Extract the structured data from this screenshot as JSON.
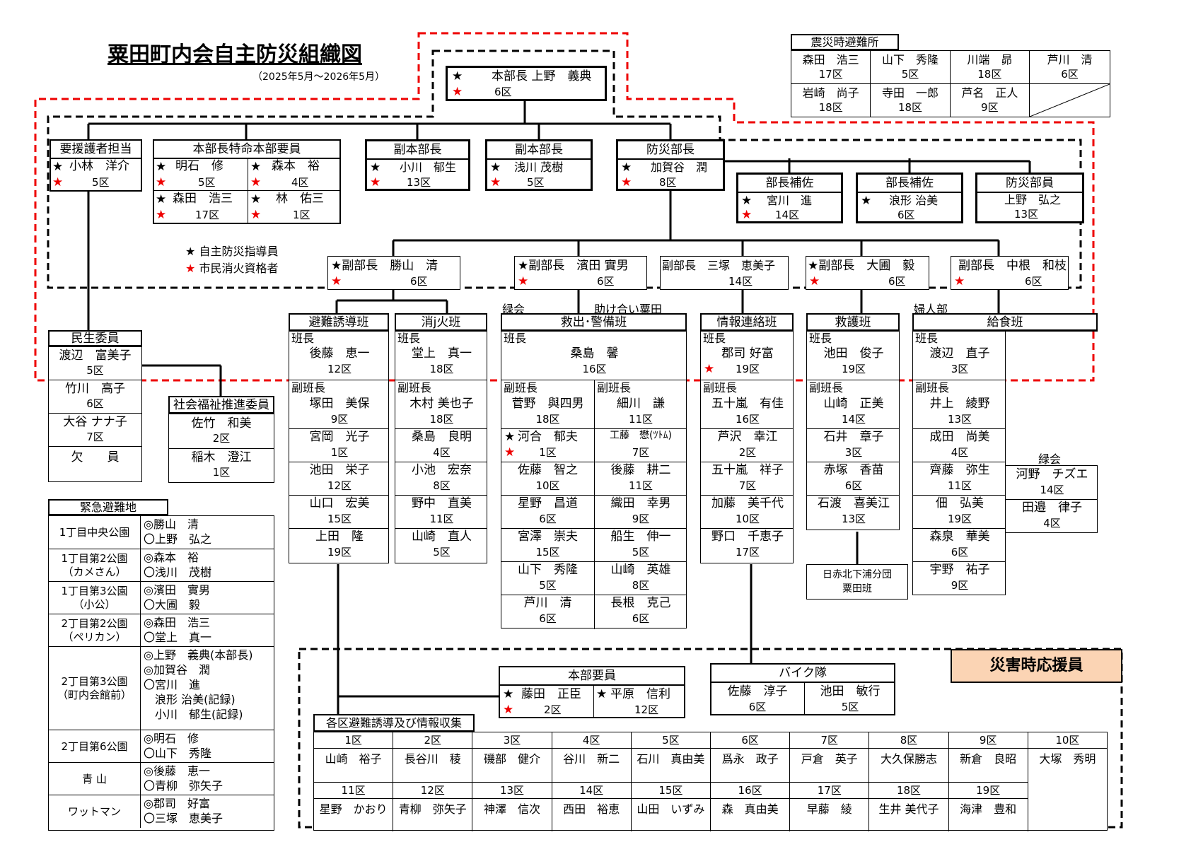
{
  "title": "粟田町内会自主防災組織図",
  "period": "（2025年5月～2026年5月）",
  "legend": {
    "star_black": "自主防災指導員",
    "star_red": "市民消火資格者",
    "star_symbol": "★"
  },
  "evac": {
    "header": "震災時避難所",
    "r1": [
      {
        "n": "森田　浩三",
        "d": "17区"
      },
      {
        "n": "山下　秀隆",
        "d": "5区"
      },
      {
        "n": "川端　昴",
        "d": "18区"
      },
      {
        "n": "芦川　清",
        "d": "6区"
      }
    ],
    "r2": [
      {
        "n": "岩崎　尚子",
        "d": "18区"
      },
      {
        "n": "寺田　一郎",
        "d": "18区"
      },
      {
        "n": "芦名　正人",
        "d": "9区"
      }
    ]
  },
  "hq": {
    "label": "本部長",
    "name": "上野　義典",
    "district": "6区"
  },
  "top": [
    {
      "header": "要援護者担当",
      "name": "小林　洋介",
      "district": "5区"
    },
    {
      "header": "副本部長",
      "name": "小川　郁生",
      "district": "13区"
    },
    {
      "header": "副本部長",
      "name": "浅川 茂樹",
      "district": "5区"
    },
    {
      "header": "防災部長",
      "name": "加賀谷　潤",
      "district": "8区"
    }
  ],
  "special": {
    "header": "本部長特命本部要員",
    "m": [
      {
        "n": "明石　修",
        "d": "5区"
      },
      {
        "n": "森本　裕",
        "d": "4区"
      },
      {
        "n": "森田　浩三",
        "d": "17区"
      },
      {
        "n": "林　佑三",
        "d": "1区"
      }
    ]
  },
  "assist": [
    {
      "header": "部長補佐",
      "name": "宮川　進",
      "district": "14区",
      "star": true
    },
    {
      "header": "部長補佐",
      "name": "浪形 治美",
      "district": "6区",
      "star": true
    },
    {
      "header": "防災部員",
      "name": "上野　弘之",
      "district": "13区",
      "star": false
    }
  ],
  "vice": [
    {
      "t": "★副部長　勝山　清",
      "d": "6区"
    },
    {
      "t": "★副部長　濱田 實男",
      "d": "6区"
    },
    {
      "t": "副部長　三塚　恵美子",
      "d": "14区"
    },
    {
      "t": "★副部長　大圃　毅",
      "d": "6区"
    },
    {
      "t": "副部長　中根　和枝",
      "d": "6区"
    }
  ],
  "grouplabels": {
    "ryokukai": "緑会",
    "tasukeai": "助け合い粟田",
    "fujinbu": "婦人部",
    "ryokukai2": "緑会"
  },
  "teams": {
    "hinan": {
      "header": "避難誘導班",
      "chief": "後藤　恵一",
      "cd": "12区",
      "members": [
        {
          "n": "塚田　美保",
          "d": "9区"
        },
        {
          "n": "宮岡　光子",
          "d": "1区"
        },
        {
          "n": "池田　栄子",
          "d": "12区"
        },
        {
          "n": "山口　宏美",
          "d": "15区"
        },
        {
          "n": "上田　隆",
          "d": "19区"
        }
      ]
    },
    "shoka": {
      "header": "消j火班",
      "chief": "堂上　真一",
      "cd": "18区",
      "members": [
        {
          "n": "木村 美也子",
          "d": "18区"
        },
        {
          "n": "桑島　良明",
          "d": "4区"
        },
        {
          "n": "小池　宏奈",
          "d": "8区"
        },
        {
          "n": "野中　直美",
          "d": "11区"
        },
        {
          "n": "山崎　直人",
          "d": "5区"
        }
      ]
    },
    "kyushutsu": {
      "header": "救出･警備班",
      "chief": "桑島　馨",
      "cd": "16区",
      "left": [
        {
          "n": "菅野　與四男",
          "d": "18区"
        },
        {
          "n": "河合　郁夫",
          "d": "1区"
        },
        {
          "n": "佐藤　智之",
          "d": "10区"
        },
        {
          "n": "星野　昌道",
          "d": "6区"
        },
        {
          "n": "宮澤　崇夫",
          "d": "15区"
        },
        {
          "n": "山下　秀隆",
          "d": "5区"
        },
        {
          "n": "芦川　清",
          "d": "6区"
        }
      ],
      "right": [
        {
          "n": "細川　謙",
          "d": "11区"
        },
        {
          "n": "工藤　懋(ﾂﾄﾑ)",
          "d": "7区"
        },
        {
          "n": "後藤　耕二",
          "d": "11区"
        },
        {
          "n": "織田　幸男",
          "d": "9区"
        },
        {
          "n": "船生　伸一",
          "d": "5区"
        },
        {
          "n": "山崎　英雄",
          "d": "8区"
        },
        {
          "n": "長根　克己",
          "d": "6区"
        }
      ]
    },
    "joho": {
      "header": "情報連絡班",
      "chief": "郡司 好富",
      "cd": "19区",
      "members": [
        {
          "n": "五十嵐　有佳",
          "d": "16区"
        },
        {
          "n": "芦沢　幸江",
          "d": "2区"
        },
        {
          "n": "五十嵐　祥子",
          "d": "7区"
        },
        {
          "n": "加藤　美千代",
          "d": "10区"
        },
        {
          "n": "野口　千恵子",
          "d": "17区"
        }
      ]
    },
    "kyugo": {
      "header": "救護班",
      "chief": "池田　俊子",
      "cd": "19区",
      "members": [
        {
          "n": "山崎　正美",
          "d": "14区"
        },
        {
          "n": "石井　章子",
          "d": "3区"
        },
        {
          "n": "赤塚　香苗",
          "d": "6区"
        },
        {
          "n": "石渡　喜美江",
          "d": "13区"
        }
      ]
    },
    "kyushoku": {
      "header": "給食班",
      "chief": "渡辺　直子",
      "cd": "3区",
      "members": [
        {
          "n": "井上　綾野",
          "d": "13区"
        },
        {
          "n": "成田　尚美",
          "d": "4区"
        },
        {
          "n": "齊藤　弥生",
          "d": "11区"
        },
        {
          "n": "佃　弘美",
          "d": "19区"
        },
        {
          "n": "森泉　華美",
          "d": "6区"
        },
        {
          "n": "宇野　祐子",
          "d": "9区"
        }
      ],
      "extra": [
        {
          "n": "河野　チズエ",
          "d": "14区"
        },
        {
          "n": "田邉　律子",
          "d": "4区"
        }
      ]
    }
  },
  "role_chief": "班長",
  "role_vice": "副班長",
  "redcross": "日赤北下浦分団\n粟田班",
  "minsei": {
    "header": "民生委員",
    "m": [
      {
        "n": "渡辺　富美子",
        "d": "5区"
      },
      {
        "n": "竹川　高子",
        "d": "6区"
      },
      {
        "n": "大谷 ナナ子",
        "d": "7区"
      }
    ],
    "vacant": "欠　　員"
  },
  "shakai": {
    "header": "社会福祉推進委員",
    "m": [
      {
        "n": "佐竹　和美",
        "d": "2区"
      },
      {
        "n": "稲木　澄江",
        "d": "1区"
      }
    ]
  },
  "emerg": {
    "header": "緊急避難地",
    "rows": [
      {
        "place": "1丁目中央公園",
        "people": [
          "◎勝山　清",
          "〇上野　弘之"
        ]
      },
      {
        "place": "1丁目第2公園\n（カメさん）",
        "people": [
          "◎森本　裕",
          "〇浅川　茂樹"
        ]
      },
      {
        "place": "1丁目第3公園\n（小公）",
        "people": [
          "◎濱田　實男",
          "〇大圃　毅"
        ]
      },
      {
        "place": "2丁目第2公園\n（ペリカン）",
        "people": [
          "◎森田　浩三",
          "〇堂上　真一"
        ]
      },
      {
        "place": "2丁目第3公園\n（町内会館前）",
        "people": [
          "◎上野　義典(本部長)",
          "◎加賀谷　潤",
          "〇宮川　進",
          "　浪形 治美(記録)",
          "　小川　郁生(記録)"
        ]
      },
      {
        "place": "2丁目第6公園",
        "people": [
          "◎明石　修",
          "〇山下　秀隆"
        ]
      },
      {
        "place": "青 山",
        "people": [
          "◎後藤　恵一",
          "〇青柳　弥矢子"
        ]
      },
      {
        "place": "ワットマン",
        "people": [
          "◎郡司　好富",
          "〇三塚　恵美子"
        ]
      }
    ]
  },
  "disaster": {
    "label": "災害時応援員",
    "honbu": {
      "header": "本部要員",
      "m": [
        {
          "n": "藤田　正臣",
          "d": "2区"
        },
        {
          "n": "平原　信利",
          "d": "12区"
        }
      ]
    },
    "bike": {
      "header": "バイク隊",
      "m": [
        {
          "n": "佐藤　淳子",
          "d": "6区"
        },
        {
          "n": "池田　敏行",
          "d": "5区"
        }
      ]
    },
    "kaku": {
      "header": "各区避難誘導及び情報収集",
      "r1": [
        {
          "d": "1区",
          "n": "山崎　裕子"
        },
        {
          "d": "2区",
          "n": "長谷川　稜"
        },
        {
          "d": "3区",
          "n": "磯部　健介"
        },
        {
          "d": "4区",
          "n": "谷川　新二"
        },
        {
          "d": "5区",
          "n": "石川　真由美"
        },
        {
          "d": "6区",
          "n": "爲永　政子"
        },
        {
          "d": "7区",
          "n": "戸倉　英子"
        },
        {
          "d": "8区",
          "n": "大久保勝志"
        },
        {
          "d": "9区",
          "n": "新倉　良昭"
        },
        {
          "d": "10区",
          "n": "大塚　秀明"
        }
      ],
      "r2": [
        {
          "d": "11区",
          "n": "星野　かおり"
        },
        {
          "d": "12区",
          "n": "青柳　弥矢子"
        },
        {
          "d": "13区",
          "n": "神澤　信次"
        },
        {
          "d": "14区",
          "n": "西田　裕恵"
        },
        {
          "d": "15区",
          "n": "山田　いずみ"
        },
        {
          "d": "16区",
          "n": "森　真由美"
        },
        {
          "d": "17区",
          "n": "早藤　綾"
        },
        {
          "d": "18区",
          "n": "生井 美代子"
        },
        {
          "d": "19区",
          "n": "海津　豊和"
        }
      ]
    }
  }
}
